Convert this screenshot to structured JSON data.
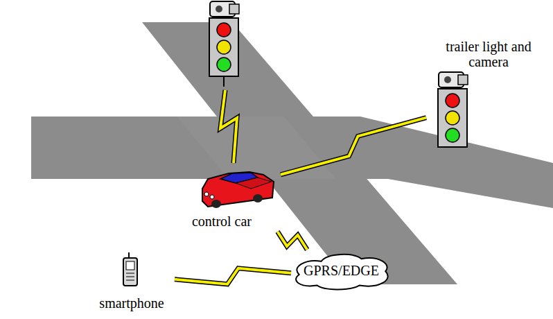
{
  "diagram": {
    "nodes": [
      {
        "text": [
          "trailer light and camera"
        ]
      },
      {
        "text": [
          "control car"
        ]
      },
      {
        "text": [
          "GPRS/EDGE"
        ]
      },
      {
        "text": [
          "smartphone"
        ]
      }
    ],
    "edges": [
      {
        "from": 1,
        "to": 0,
        "arrow": "none"
      },
      {
        "from": 1,
        "to": 2,
        "arrow": "none"
      },
      {
        "from": 3,
        "to": 2,
        "arrow": "none"
      }
    ]
  }
}
